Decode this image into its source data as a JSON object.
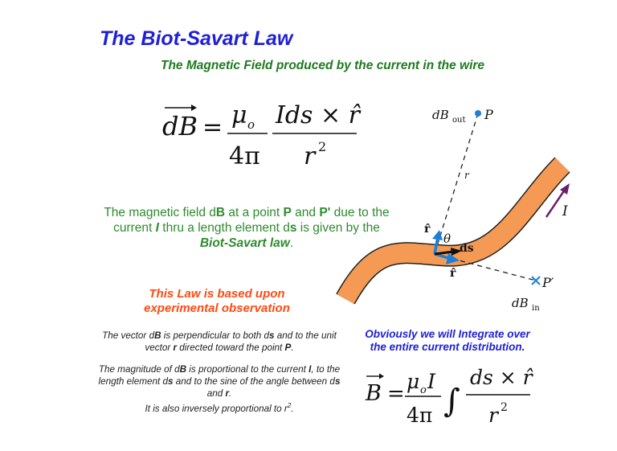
{
  "title": "The Biot-Savart Law",
  "subtitle": "The Magnetic Field produced by the current in the wire",
  "equation1": {
    "lhs": "dB",
    "equals": "=",
    "mu": "μ",
    "mu_sub": "o",
    "four_pi": "4π",
    "num": "Ids × r̂",
    "den": "r",
    "den_exp": "2"
  },
  "paragraph": {
    "t1": "The magnetic field d",
    "t2": "B",
    "t3": " at a point ",
    "t4": "P",
    "t5": " and ",
    "t6": "P'",
    "t7": " due to the current ",
    "t8": "I",
    "t9": " thru a length element d",
    "t10": "s",
    "t11": " is given by the ",
    "t12": "Biot-Savart law",
    "t13": "."
  },
  "law_note": {
    "line1": "This Law is based upon",
    "line2": "experimental observation"
  },
  "note_vector": {
    "a": "The vector d",
    "b": "B",
    "c": " is perpendicular to both d",
    "d": "s",
    "e": " and to the unit vector ",
    "f": "r",
    "g": " directed toward the point ",
    "h": "P",
    "i": "."
  },
  "note_magnitude": {
    "a": "The magnitude of d",
    "b": "B",
    "c": " is proportional to the current ",
    "d": "I",
    "e": ", to the length element d",
    "f": "s",
    "g": " and to the sine of the angle between d",
    "h": "s",
    "i": " and ",
    "j": "r",
    "k": ".",
    "l": "It is also  inversely  proportional to r",
    "l_exp": "2",
    "m": "."
  },
  "integrate_note": {
    "line1": "Obviously we will Integrate over",
    "line2": "the entire current distribution."
  },
  "equation2": {
    "lhs": "B",
    "equals": "=",
    "mu": "μ",
    "mu_sub": "o",
    "I": "I",
    "four_pi": "4π",
    "integral": "∫",
    "num": "ds × r̂",
    "den": "r",
    "den_exp": "2"
  },
  "diagram": {
    "dBout": "dB",
    "dBout_sub": "out",
    "P": "P",
    "r": "r",
    "I": "I",
    "rhat_up": "r̂",
    "theta": "θ",
    "ds": "ds",
    "rhat_down": "r̂",
    "Pprime": "P′",
    "dBin": "dB",
    "dBin_sub": "in"
  },
  "colors": {
    "title": "#1f1fd8",
    "subtitle": "#1e7a1e",
    "paragraph": "#2e8b2e",
    "law": "#ff4a12",
    "wire": "#f59a55",
    "vector": "#1e7fd8",
    "current_arrow": "#6b1f6b"
  }
}
